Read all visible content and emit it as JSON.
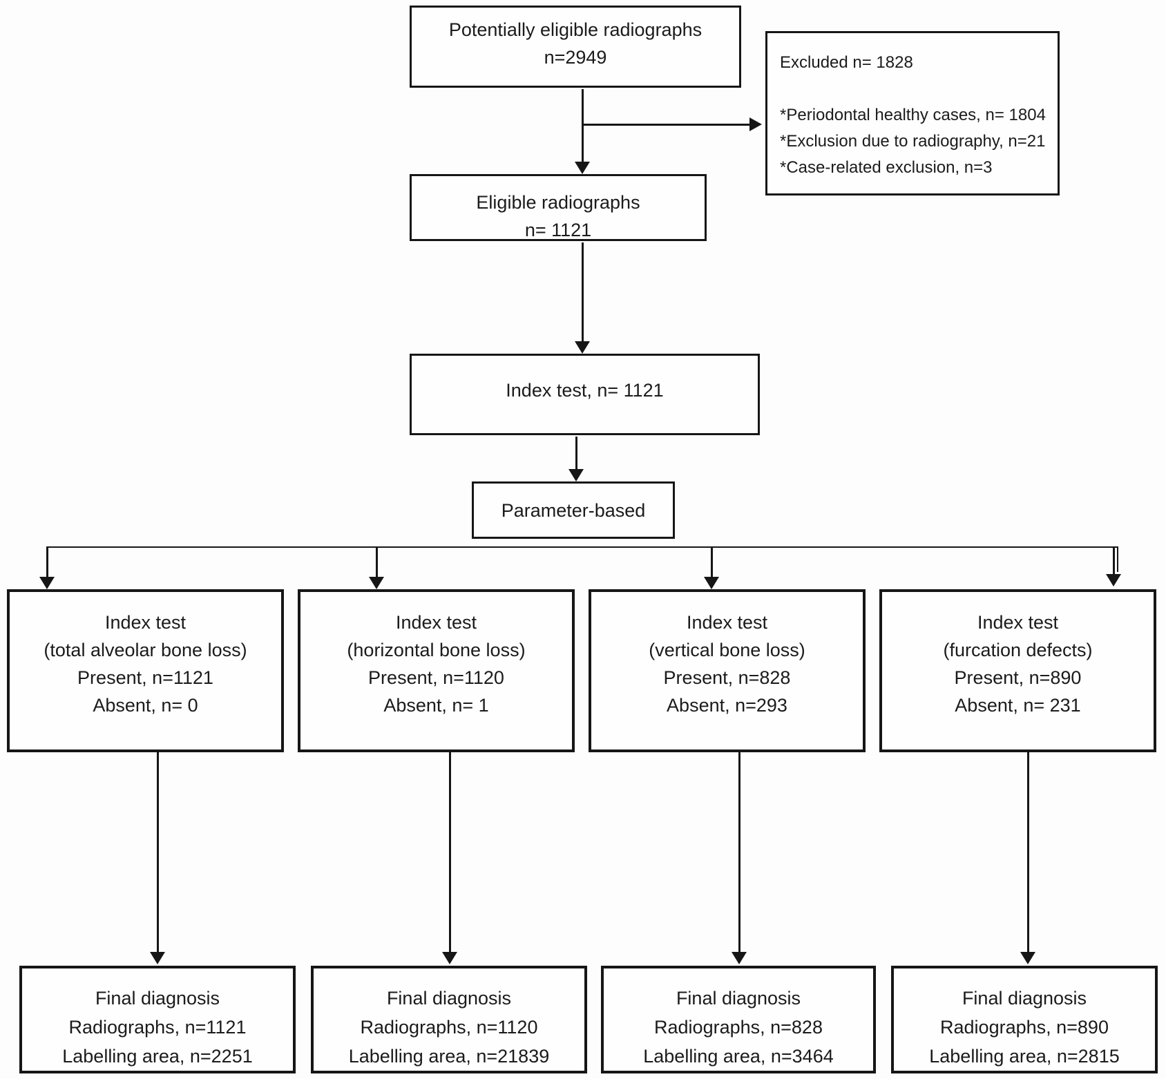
{
  "diagram": {
    "title_hint": "Radiograph eligibility and index test flow diagram",
    "colors": {
      "line": "#161616",
      "background": "#fdfdfd",
      "text": "#1b1b1b"
    },
    "potential": {
      "line1": "Potentially eligible radiographs",
      "line2": "n=2949"
    },
    "excluded": {
      "title": "Excluded n= 1828",
      "items": [
        "*Periodontal healthy cases, n= 1804",
        "*Exclusion due to radiography, n=21",
        "*Case-related exclusion, n=3"
      ]
    },
    "eligible": {
      "line1": "Eligible radiographs",
      "line2": "n= 1121"
    },
    "index_test": {
      "line1": "Index test, n= 1121"
    },
    "parameter": {
      "line1": "Parameter-based"
    },
    "branches": [
      {
        "line1": "Index test",
        "line2": "(total alveolar bone loss)",
        "line3": "Present, n=1121",
        "line4": "Absent, n= 0"
      },
      {
        "line1": "Index test",
        "line2": "(horizontal bone loss)",
        "line3": "Present, n=1120",
        "line4": "Absent, n= 1"
      },
      {
        "line1": "Index test",
        "line2": "(vertical bone loss)",
        "line3": "Present, n=828",
        "line4": "Absent, n=293"
      },
      {
        "line1": "Index test",
        "line2": "(furcation defects)",
        "line3": "Present, n=890",
        "line4": "Absent, n= 231"
      }
    ],
    "finals": [
      {
        "line1": "Final diagnosis",
        "line2": "Radiographs, n=1121",
        "line3": "Labelling area, n=2251"
      },
      {
        "line1": "Final diagnosis",
        "line2": "Radiographs, n=1120",
        "line3": "Labelling area, n=21839"
      },
      {
        "line1": "Final diagnosis",
        "line2": "Radiographs, n=828",
        "line3": "Labelling area, n=3464"
      },
      {
        "line1": "Final diagnosis",
        "line2": "Radiographs, n=890",
        "line3": "Labelling area, n=2815"
      }
    ]
  }
}
